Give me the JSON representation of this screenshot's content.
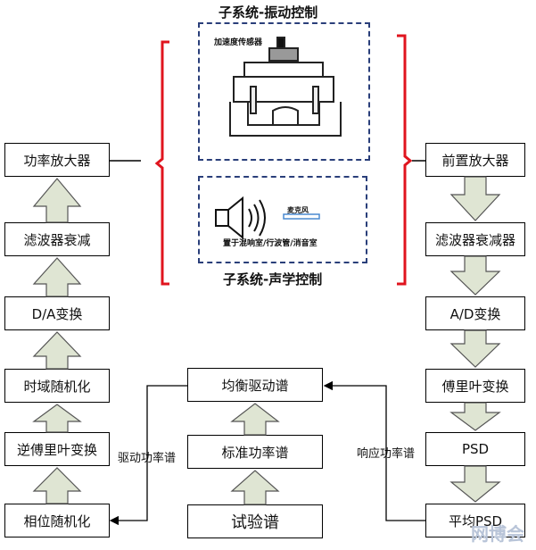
{
  "subsystems": {
    "vibration": {
      "title": "子系统-振动控制",
      "sensor_label": "加速度传感器"
    },
    "acoustic": {
      "title": "子系统-声学控制",
      "mic_label": "麦克风",
      "location_label": "置于混响室/行波管/消音室"
    }
  },
  "left_chain": [
    "功率放大器",
    "滤波器衰减",
    "D/A变换",
    "时域随机化",
    "逆傅里叶变换",
    "相位随机化"
  ],
  "right_chain": [
    "前置放大器",
    "滤波器衰减器",
    "A/D变换",
    "傅里叶变换",
    "PSD",
    "平均PSD"
  ],
  "center_chain": [
    "均衡驱动谱",
    "标准功率谱",
    "试验谱"
  ],
  "edge_labels": {
    "drive_psd": "驱动功率谱",
    "response_psd": "响应功率谱"
  },
  "colors": {
    "bracket": "#e0141e",
    "dashed_frame": "#2a3f7a",
    "arrow_fill": "#dfe5d3",
    "arrow_stroke": "#555555"
  },
  "watermark": "网博会"
}
